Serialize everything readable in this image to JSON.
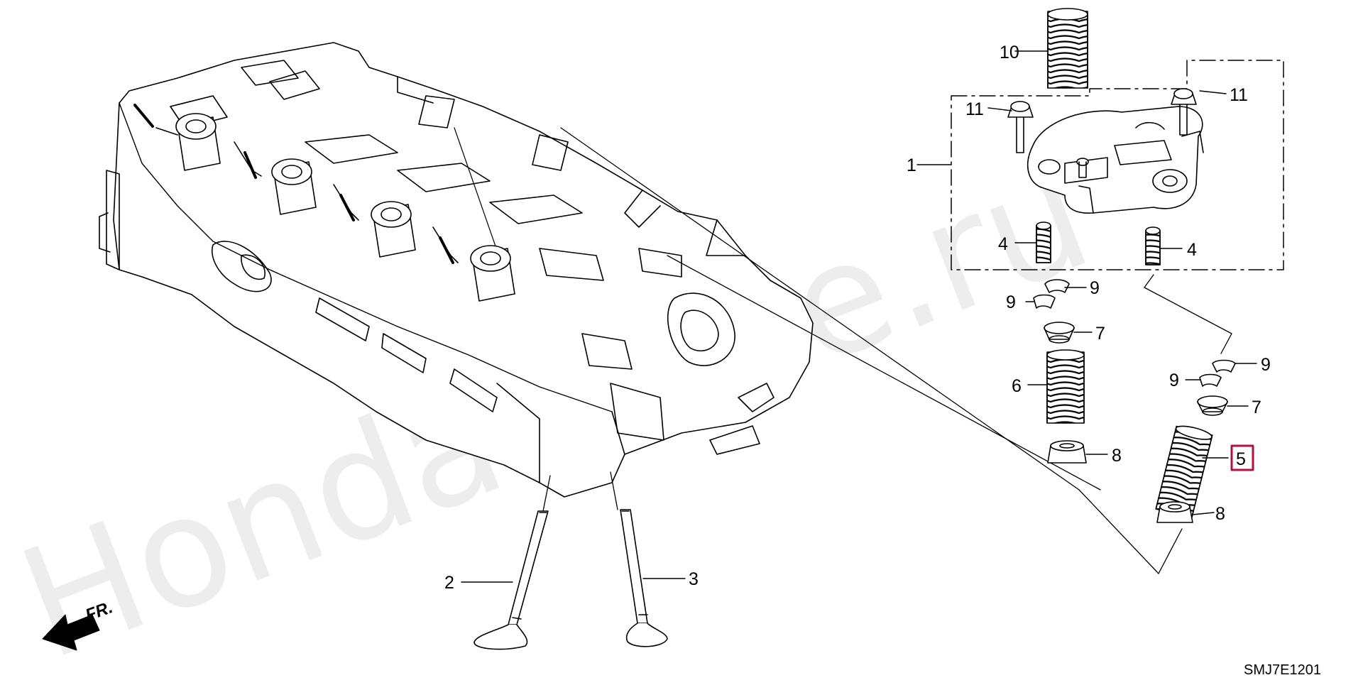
{
  "watermark": "Honda-Mine.ru",
  "diagram_code": "SMJ7E1201",
  "front_indicator": "FR.",
  "highlight_color": "#b0123a",
  "callouts": {
    "c1": "1",
    "c2": "2",
    "c3": "3",
    "c4a": "4",
    "c4b": "4",
    "c5": "5",
    "c6": "6",
    "c7a": "7",
    "c7b": "7",
    "c8a": "8",
    "c8b": "8",
    "c9a": "9",
    "c9b": "9",
    "c9c": "9",
    "c9d": "9",
    "c10": "10",
    "c11a": "11",
    "c11b": "11"
  }
}
